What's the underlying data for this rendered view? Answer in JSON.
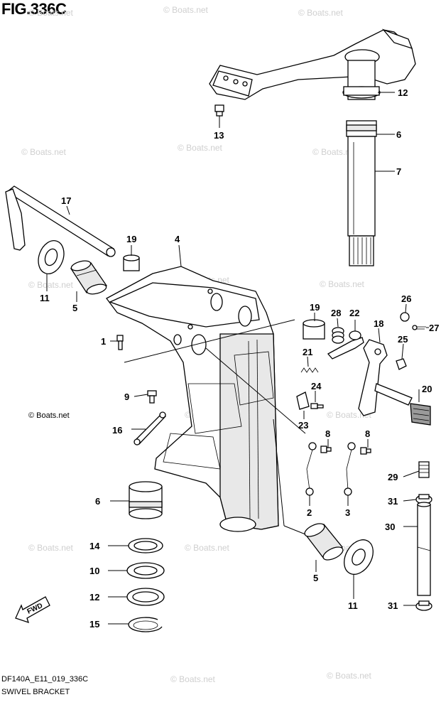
{
  "title": "FIG.336C",
  "footer": {
    "code": "DF140A_E11_019_336C",
    "name": "SWIVEL BRACKET"
  },
  "watermark": "© Boats.net",
  "fwd_label": "FWD",
  "callouts": {
    "c1": "1",
    "c2": "2",
    "c3": "3",
    "c4": "4",
    "c5a": "5",
    "c5b": "5",
    "c6a": "6",
    "c6b": "6",
    "c7": "7",
    "c8a": "8",
    "c8b": "8",
    "c9": "9",
    "c10": "10",
    "c11a": "11",
    "c11b": "11",
    "c12a": "12",
    "c12b": "12",
    "c13": "13",
    "c14": "14",
    "c15": "15",
    "c16": "16",
    "c17": "17",
    "c18": "18",
    "c19a": "19",
    "c19b": "19",
    "c20": "20",
    "c21": "21",
    "c22": "22",
    "c23": "23",
    "c24": "24",
    "c25": "25",
    "c26": "26",
    "c27": "27",
    "c28": "28",
    "c29": "29",
    "c30": "30",
    "c31a": "31",
    "c31b": "31"
  }
}
